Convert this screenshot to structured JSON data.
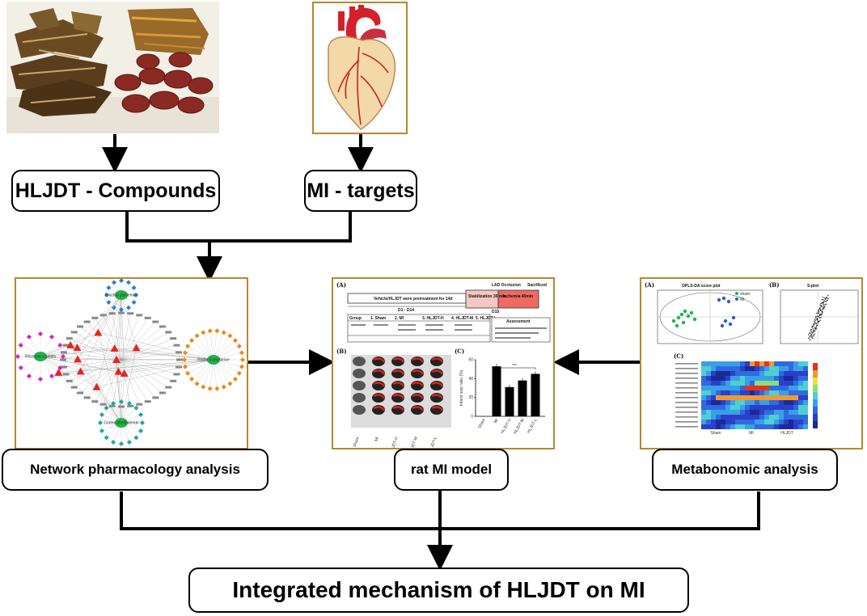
{
  "labels": {
    "compounds": "HLJDT - Compounds",
    "targets": "MI - targets",
    "network": "Network pharmacology analysis",
    "rat_model": "rat MI model",
    "metabonomic": "Metabonomic analysis",
    "integrated": "Integrated mechanism of HLJDT on MI"
  },
  "rat_panel": {
    "panel_a": "(A)",
    "panel_b": "(B)",
    "panel_c": "(C)",
    "pretreat": "Vehicle/HLJDT were pretreatment for 14d",
    "lad": "LAD Occlusion",
    "sacrificed": "Sacrificed",
    "d1_d14": "D1 - D14",
    "stabilization": "Stabilization 30 min",
    "ischemia": "Ischemia 40min",
    "d15": "D15",
    "assessment": "Assessment",
    "groups": [
      "Group",
      "1. Sham",
      "2. MI",
      "3. HLJDT-H",
      "4. HLJDT-M",
      "5. HLJDT-L"
    ],
    "ylabel": "Infarct size ratio (%)",
    "bar_categories": [
      "Sham",
      "MI",
      "HLJDT-H",
      "HLJDT-M",
      "HLJDT-L"
    ],
    "bar_values": [
      0,
      53,
      31,
      38,
      45
    ],
    "sig": "***"
  },
  "metab_panel": {
    "panel_a": "(A)",
    "panel_b": "(B)",
    "panel_c": "(C)",
    "score_title": "OPLS-DA score plot",
    "splot_title": "S-plot",
    "legend_sham": "sham",
    "legend_mi": "MI",
    "heat_x": [
      "Sham",
      "MI",
      "HLJDT"
    ]
  },
  "network_panel": {
    "nodes": [
      "Rhizoma coptidis",
      "Radix scutellariae",
      "Cortex phellodendri",
      "Fructus gardeniae"
    ]
  },
  "colors": {
    "frame": "#b8862e",
    "bar": "#000000",
    "accent_red": "#e8231f",
    "node_green": "#22b24c",
    "node_magenta": "#d620c8",
    "node_orange": "#e88a1a",
    "node_teal": "#19a8a0",
    "node_blue": "#2f7fd6"
  }
}
